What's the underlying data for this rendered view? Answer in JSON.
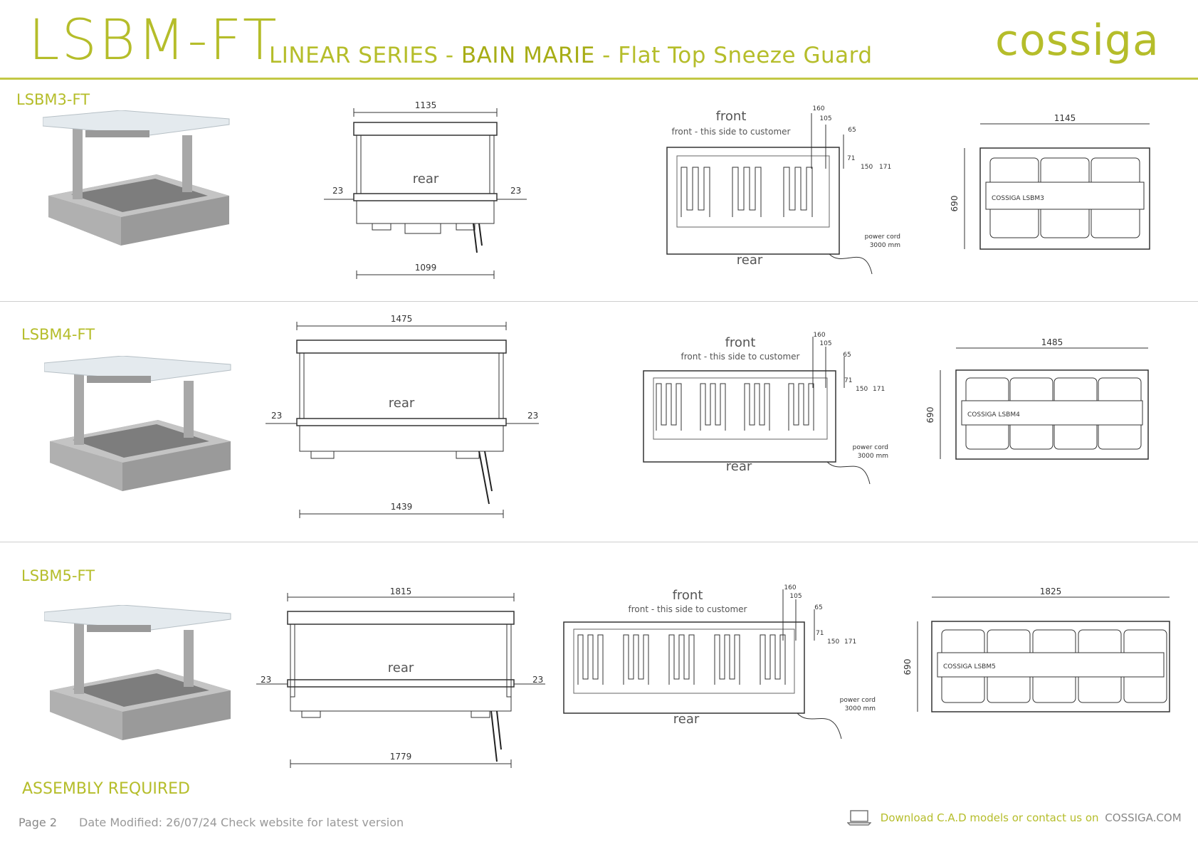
{
  "header": {
    "model_code": "LSBM-FT",
    "series_prefix": "LINEAR SERIES - ",
    "series_highlight": "BAIN MARIE",
    "series_suffix": " - Flat Top Sneeze Guard",
    "brand": "cossiga"
  },
  "rows": [
    {
      "label": "LSBM3-FT",
      "front": {
        "top_width": "1135",
        "bottom_width": "1099",
        "left_offset": "23",
        "right_offset": "23",
        "side_label": "rear"
      },
      "plan": {
        "front_label": "front",
        "front_note": "front - this side to customer",
        "rear_label": "rear",
        "dims": [
          "160",
          "105",
          "65",
          "71",
          "150",
          "171"
        ],
        "power_cord": "power cord",
        "power_cord_len": "3000 mm",
        "wells": 3
      },
      "top": {
        "width": "1145",
        "depth": "690",
        "plate": "COSSIGA LSBM3",
        "wells": 3
      }
    },
    {
      "label": "LSBM4-FT",
      "front": {
        "top_width": "1475",
        "bottom_width": "1439",
        "left_offset": "23",
        "right_offset": "23",
        "side_label": "rear"
      },
      "plan": {
        "front_label": "front",
        "front_note": "front - this side to customer",
        "rear_label": "rear",
        "dims": [
          "160",
          "105",
          "65",
          "71",
          "150",
          "171"
        ],
        "power_cord": "power cord",
        "power_cord_len": "3000 mm",
        "wells": 4
      },
      "top": {
        "width": "1485",
        "depth": "690",
        "plate": "COSSIGA LSBM4",
        "wells": 4
      }
    },
    {
      "label": "LSBM5-FT",
      "front": {
        "top_width": "1815",
        "bottom_width": "1779",
        "left_offset": "23",
        "right_offset": "23",
        "side_label": "rear"
      },
      "plan": {
        "front_label": "front",
        "front_note": "front - this side to customer",
        "rear_label": "rear",
        "dims": [
          "160",
          "105",
          "65",
          "71",
          "150",
          "171"
        ],
        "power_cord": "power cord",
        "power_cord_len": "3000 mm",
        "wells": 5
      },
      "top": {
        "width": "1825",
        "depth": "690",
        "plate": "COSSIGA LSBM5",
        "wells": 5
      }
    }
  ],
  "assembly_note": "ASSEMBLY REQUIRED",
  "footer": {
    "page": "Page 2",
    "date": "Date Modified: 26/07/24 Check website for latest version",
    "cta": "Download C.A.D models or contact us on",
    "site": "COSSIGA.COM",
    "icon": "laptop-icon"
  }
}
